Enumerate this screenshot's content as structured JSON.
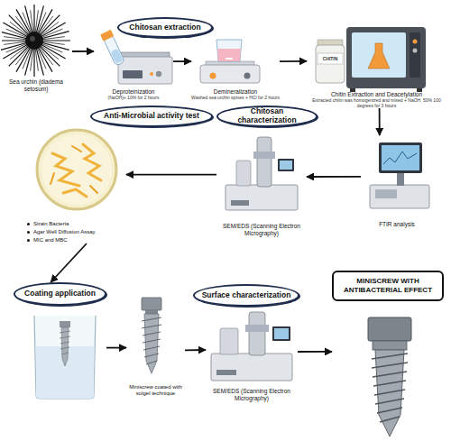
{
  "diagram": {
    "nodes": [
      {
        "text": [
          "Chitosan extraction"
        ]
      },
      {
        "text": [
          "Sea urchin (diadema setosum)"
        ]
      },
      {
        "text": [
          "Deproteinization",
          "(NaOH)+ 10% for 2 hours"
        ]
      },
      {
        "text": [
          "Demineralization",
          "Washed sea urchin spines + HCl for 2 hours"
        ]
      },
      {
        "text": [
          "Chitin Extraction and Deacetylation",
          "Extracted chitin was homogenized and mixed + NaOH, 50% 100 degrees for 3 hours"
        ]
      },
      {
        "text": [
          "Anti-Microbial activity test"
        ]
      },
      {
        "text": [
          "Chitosan characterization"
        ]
      },
      {
        "text": [
          "Strain Bacteria",
          "Agar Well Diffusion Assay",
          "MIC and MBC"
        ]
      },
      {
        "text": [
          "SEM/EDS (Scanning Electron Micrography)"
        ]
      },
      {
        "text": [
          "FTIR analysis"
        ]
      },
      {
        "text": [
          "Coating application"
        ]
      },
      {
        "text": [
          "Miniscrew coated with solgel technique"
        ]
      },
      {
        "text": [
          "Surface characterization"
        ]
      },
      {
        "text": [
          "SEM/EDS (Scanning Electron Micrography)"
        ]
      },
      {
        "text": [
          "MINISCREW WITH ANTIBACTERIAL EFFECT"
        ]
      }
    ],
    "edges": [
      {
        "from": 1,
        "to": 2,
        "arrow": "to"
      },
      {
        "from": 2,
        "to": 3,
        "arrow": "to"
      },
      {
        "from": 3,
        "to": 4,
        "arrow": "to"
      },
      {
        "from": 4,
        "to": 9,
        "arrow": "to"
      },
      {
        "from": 9,
        "to": 8,
        "arrow": "to"
      },
      {
        "from": 8,
        "to": 7,
        "arrow": "to"
      },
      {
        "from": 7,
        "to": 10,
        "arrow": "to"
      },
      {
        "from": 10,
        "to": 11,
        "arrow": "to"
      },
      {
        "from": 11,
        "to": 13,
        "arrow": "to"
      },
      {
        "from": 13,
        "to": 14,
        "arrow": "to"
      }
    ],
    "labels": [
      "CHITIN"
    ]
  }
}
